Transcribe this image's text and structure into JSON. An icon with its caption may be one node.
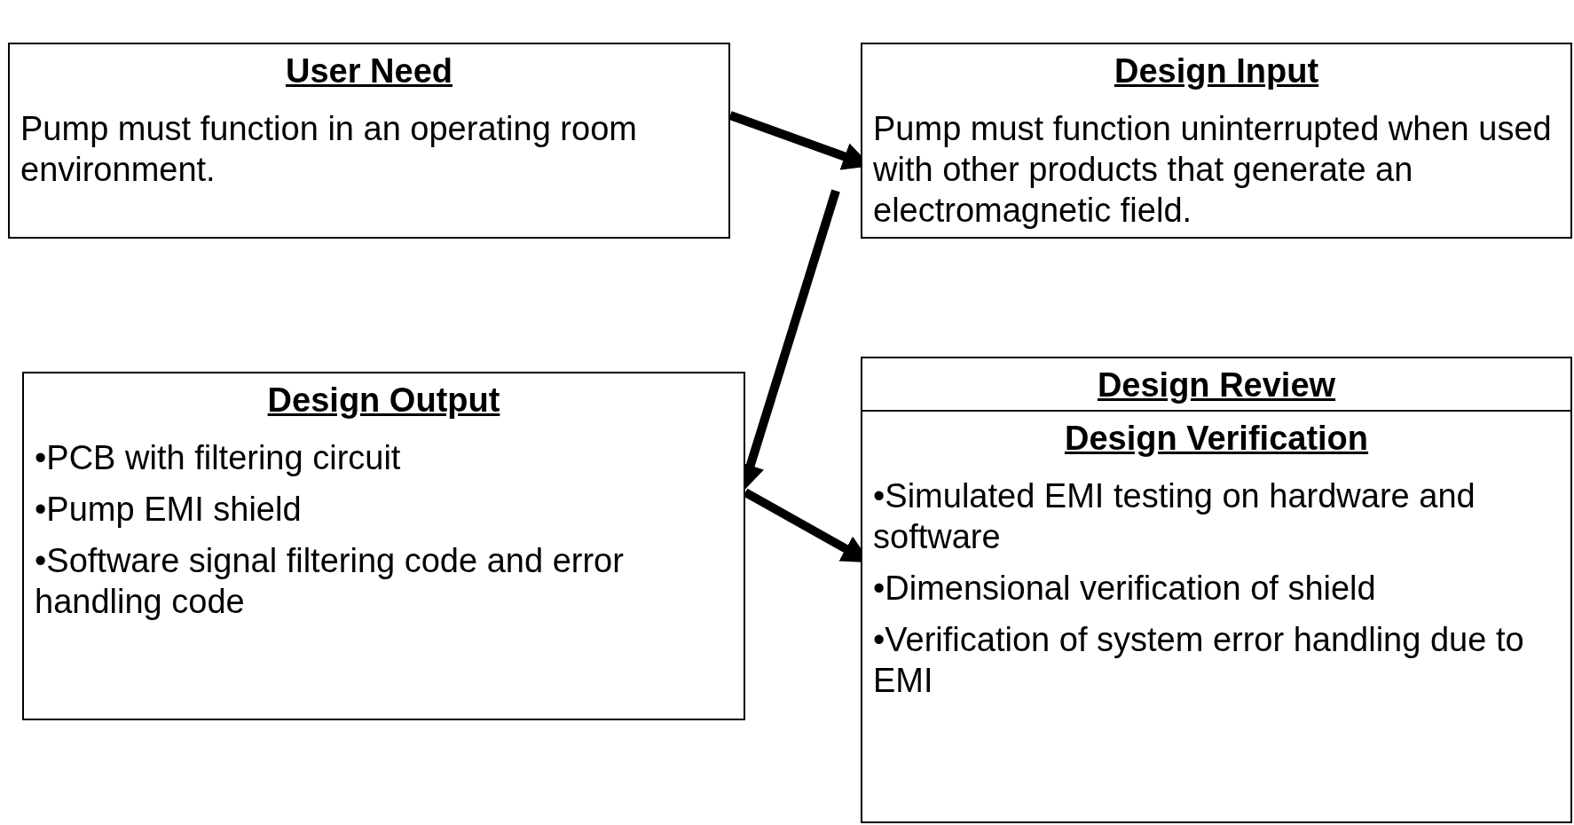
{
  "diagram": {
    "nodes": [
      {
        "text": [
          "User Need",
          "Pump must function in an operating room environment."
        ]
      },
      {
        "text": [
          "Design Input",
          "Pump must function uninterrupted when used with other products that generate an electromagnetic field."
        ]
      },
      {
        "text": [
          "Design Output",
          "•PCB with filtering circuit",
          "•Pump EMI shield",
          "•Software signal filtering code and error handling code"
        ]
      },
      {
        "text": [
          "Design Review",
          "Design Verification",
          "•Simulated EMI testing on hardware and software",
          "•Dimensional verification of shield",
          "•Verification of system error handling due to EMI"
        ]
      }
    ],
    "edges": [
      {
        "from": 0,
        "to": 1,
        "arrow": "to"
      },
      {
        "from": 1,
        "to": 2,
        "arrow": "to"
      },
      {
        "from": 2,
        "to": 3,
        "arrow": "to"
      }
    ]
  }
}
